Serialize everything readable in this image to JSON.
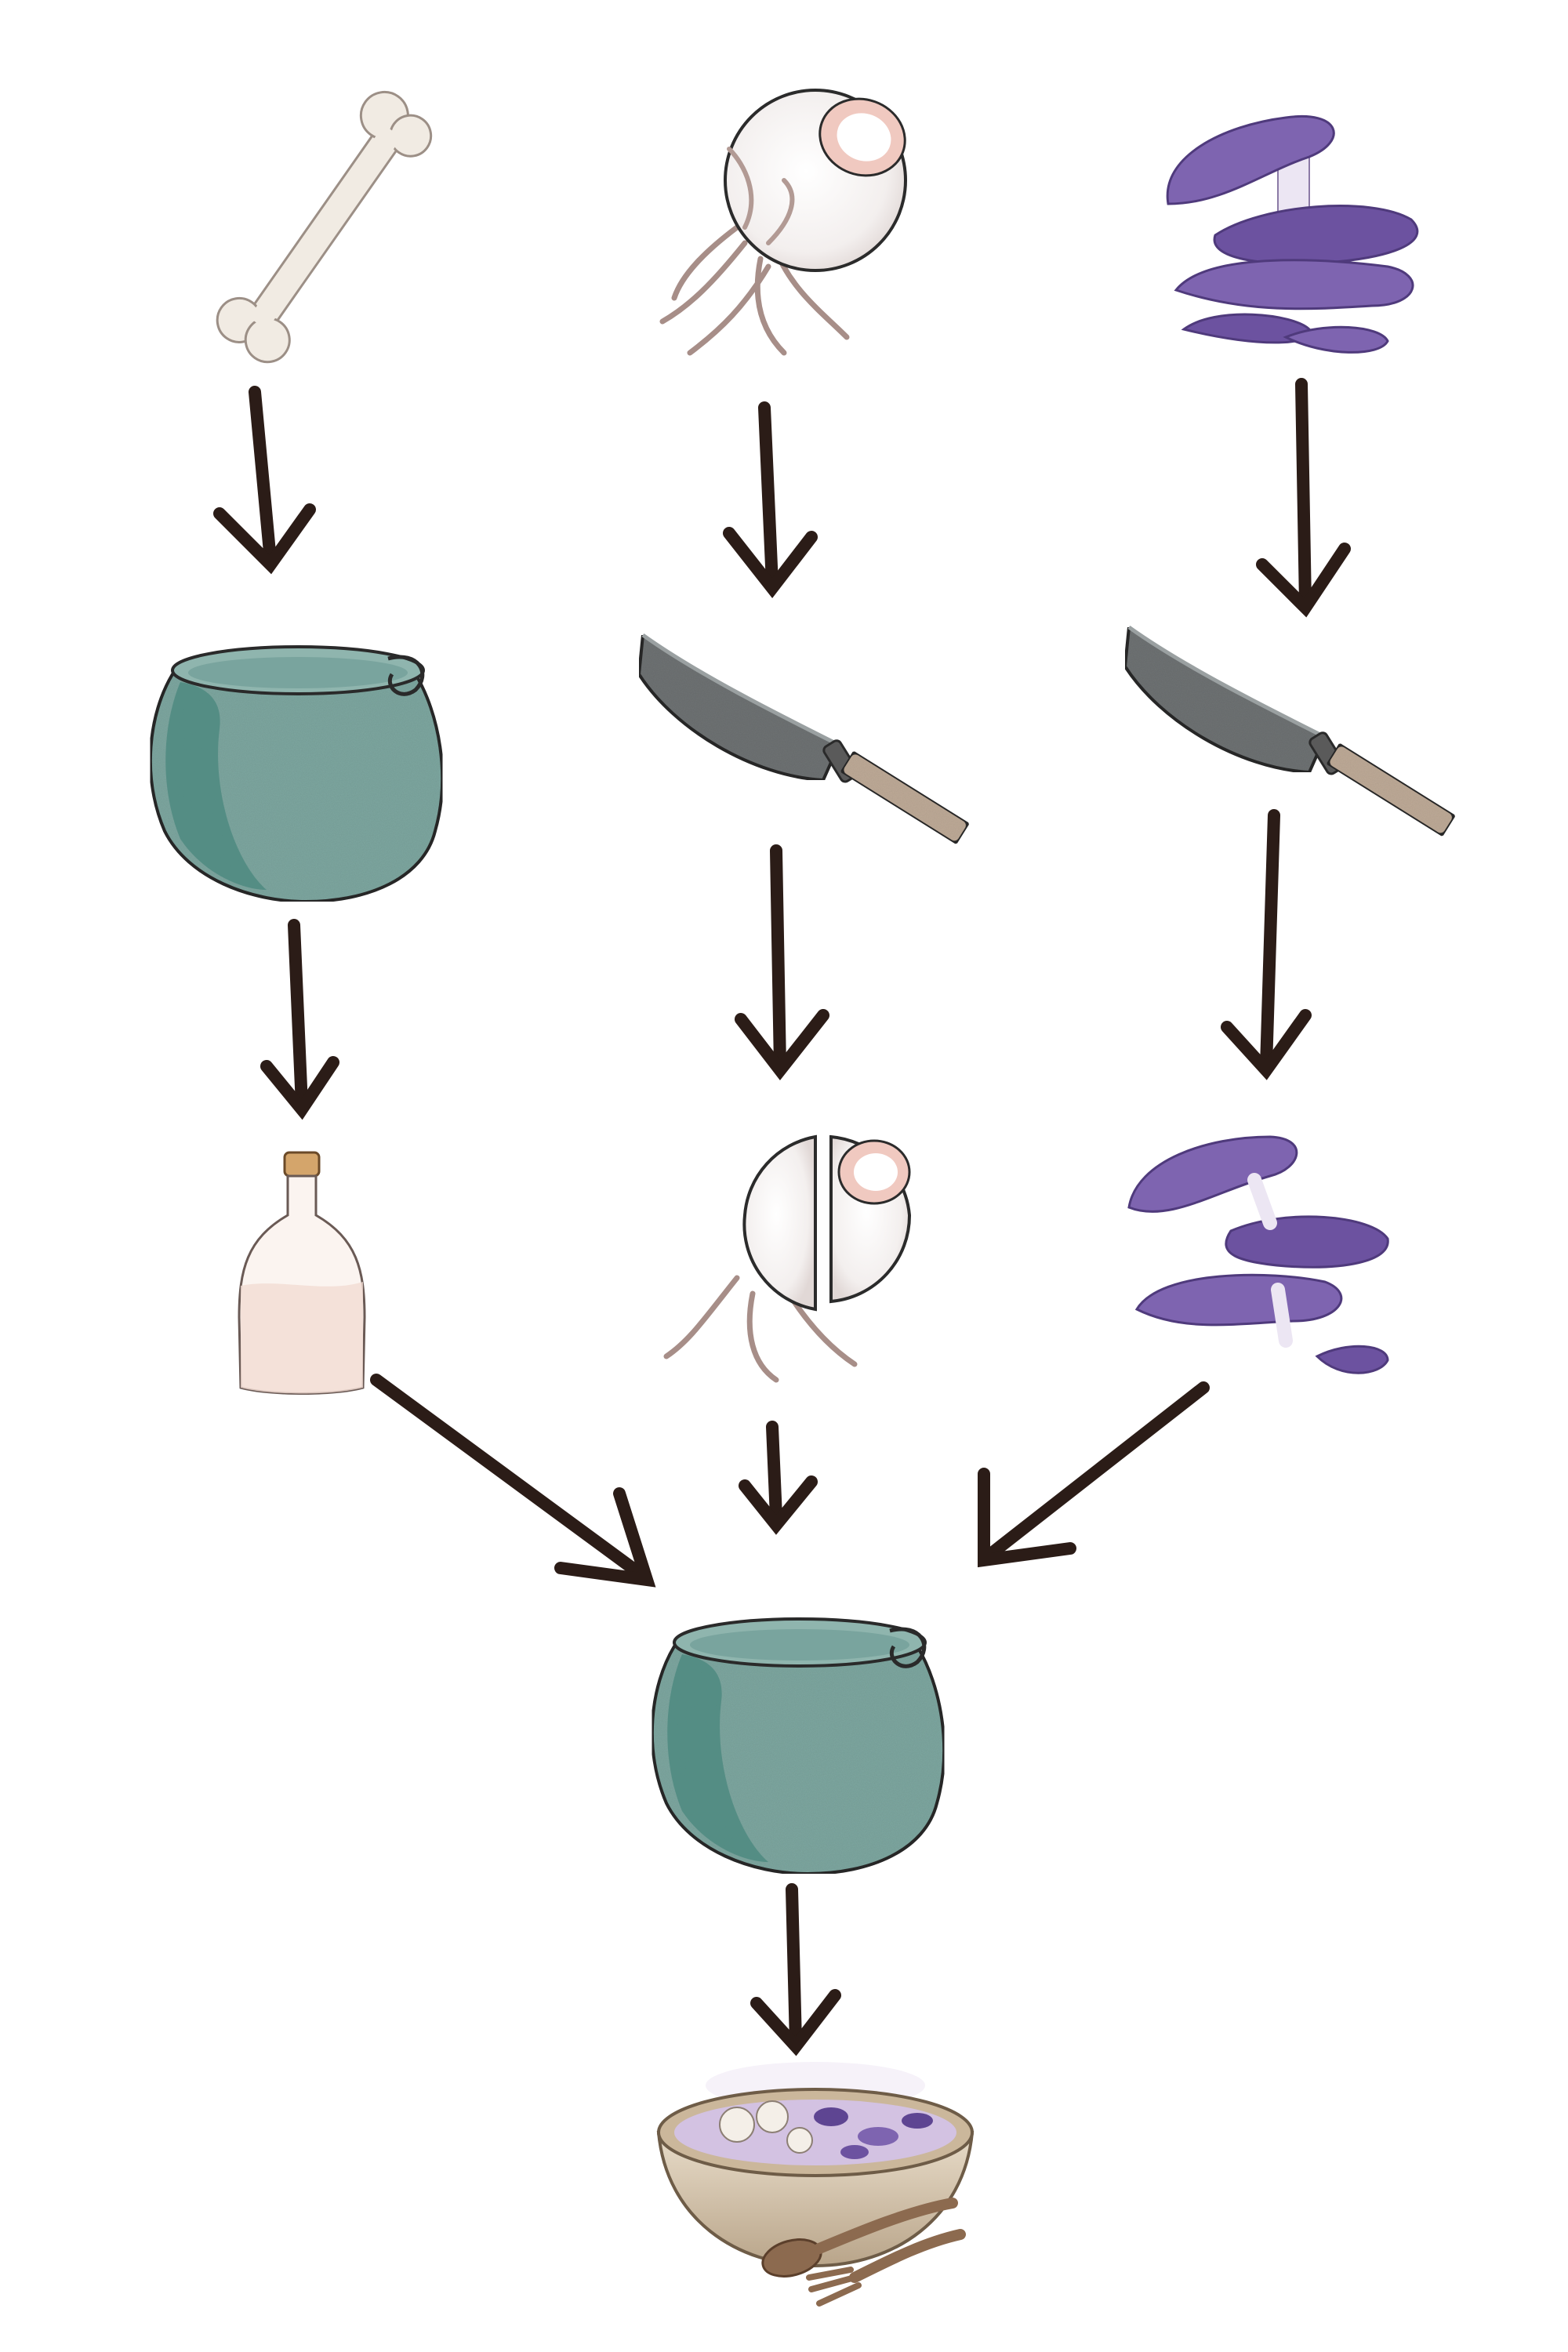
{
  "diagram": {
    "type": "recipe-flow",
    "columns": [
      {
        "id": "bone",
        "steps": [
          "bone",
          "pot",
          "broth-bottle"
        ]
      },
      {
        "id": "eyeball",
        "steps": [
          "eyeball",
          "knife",
          "sliced-eyeball"
        ]
      },
      {
        "id": "mushroom",
        "steps": [
          "purple-oyster-mushroom",
          "knife",
          "sliced-purple-mushroom"
        ]
      }
    ],
    "merge_steps": [
      "pot",
      "soup-bowl"
    ],
    "colors": {
      "arrow": "#2b1c17",
      "pot_body": "#7fa8a1",
      "pot_shadow": "#4d8a80",
      "mushroom": "#7e64b0",
      "mushroom_dark": "#5e4592",
      "bone": "#f1ebe3",
      "knife_blade": "#6f7374",
      "knife_handle": "#c0ac99",
      "eye_tissue": "#b8a19c",
      "bowl": "#d7c5ad",
      "soup": "#d3c2e2",
      "utensils": "#8c6a4f"
    }
  }
}
